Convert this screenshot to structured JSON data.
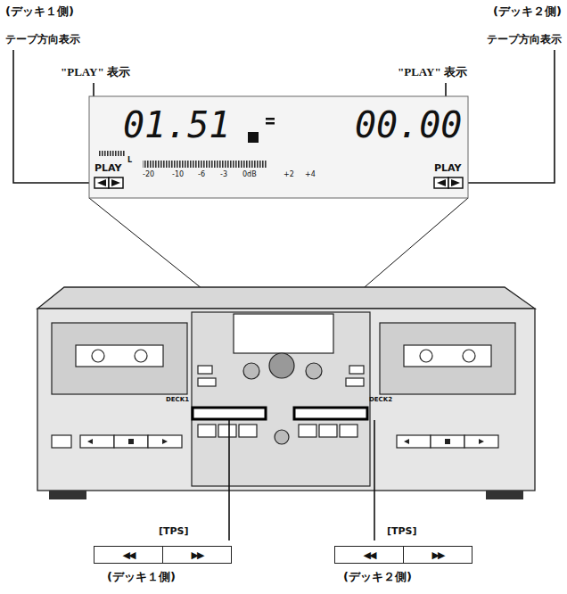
{
  "diagram": {
    "nodes": [
      {
        "text": [
          "◀◀"
        ]
      },
      {
        "text": [
          "▶▶"
        ]
      },
      {
        "text": [
          "◀◀"
        ]
      },
      {
        "text": [
          "▶▶"
        ]
      }
    ],
    "labels": [
      "(デッキ１側)",
      "(デッキ２側)",
      "テープ方向表示",
      "テープ方向表示",
      "\"PLAY\" 表示",
      "\"PLAY\" 表示",
      "01.51",
      "00.00",
      "PLAY",
      "PLAY",
      "L",
      "-20",
      "-10",
      "-6",
      "-3",
      "0dB",
      "+2",
      "+4",
      "DECK1",
      "DECK2",
      "[TPS]",
      "[TPS]",
      "(デッキ１側)",
      "(デッキ２側)"
    ]
  }
}
